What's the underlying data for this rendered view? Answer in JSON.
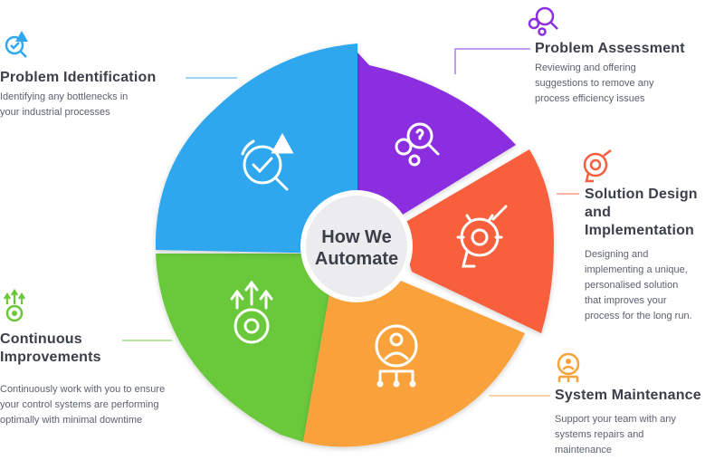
{
  "center": {
    "line1": "How We",
    "line2": "Automate"
  },
  "stages": [
    {
      "title": "Problem Identification",
      "description_lines": [
        "Identifying any bottlenecks in",
        "your industrial processes"
      ],
      "color": "#2fa7ef",
      "icon": "problem-identification-icon"
    },
    {
      "title": "Problem Assessment",
      "description_lines": [
        "Reviewing and offering",
        "suggestions to remove any",
        "process efficiency issues"
      ],
      "color": "#8b2fe0",
      "icon": "problem-assessment-icon"
    },
    {
      "title_lines": [
        "Solution Design",
        "and",
        "Implementation"
      ],
      "description_lines": [
        "Designing and",
        "implementing a unique,",
        "personalised solution",
        "that improves your",
        "process for the long run."
      ],
      "color": "#f75e3e",
      "icon": "solution-design-icon"
    },
    {
      "title": "System Maintenance",
      "description_lines": [
        "Support your team with any",
        "systems repairs and",
        "maintenance"
      ],
      "color": "#f9a23a",
      "icon": "system-maintenance-icon"
    },
    {
      "title_lines": [
        "Continuous",
        "Improvements"
      ],
      "description_lines": [
        "Continuously work with you to ensure",
        "your control systems are performing",
        "optimally with minimal downtime"
      ],
      "color": "#6bc83a",
      "icon": "continuous-improvements-icon"
    }
  ]
}
